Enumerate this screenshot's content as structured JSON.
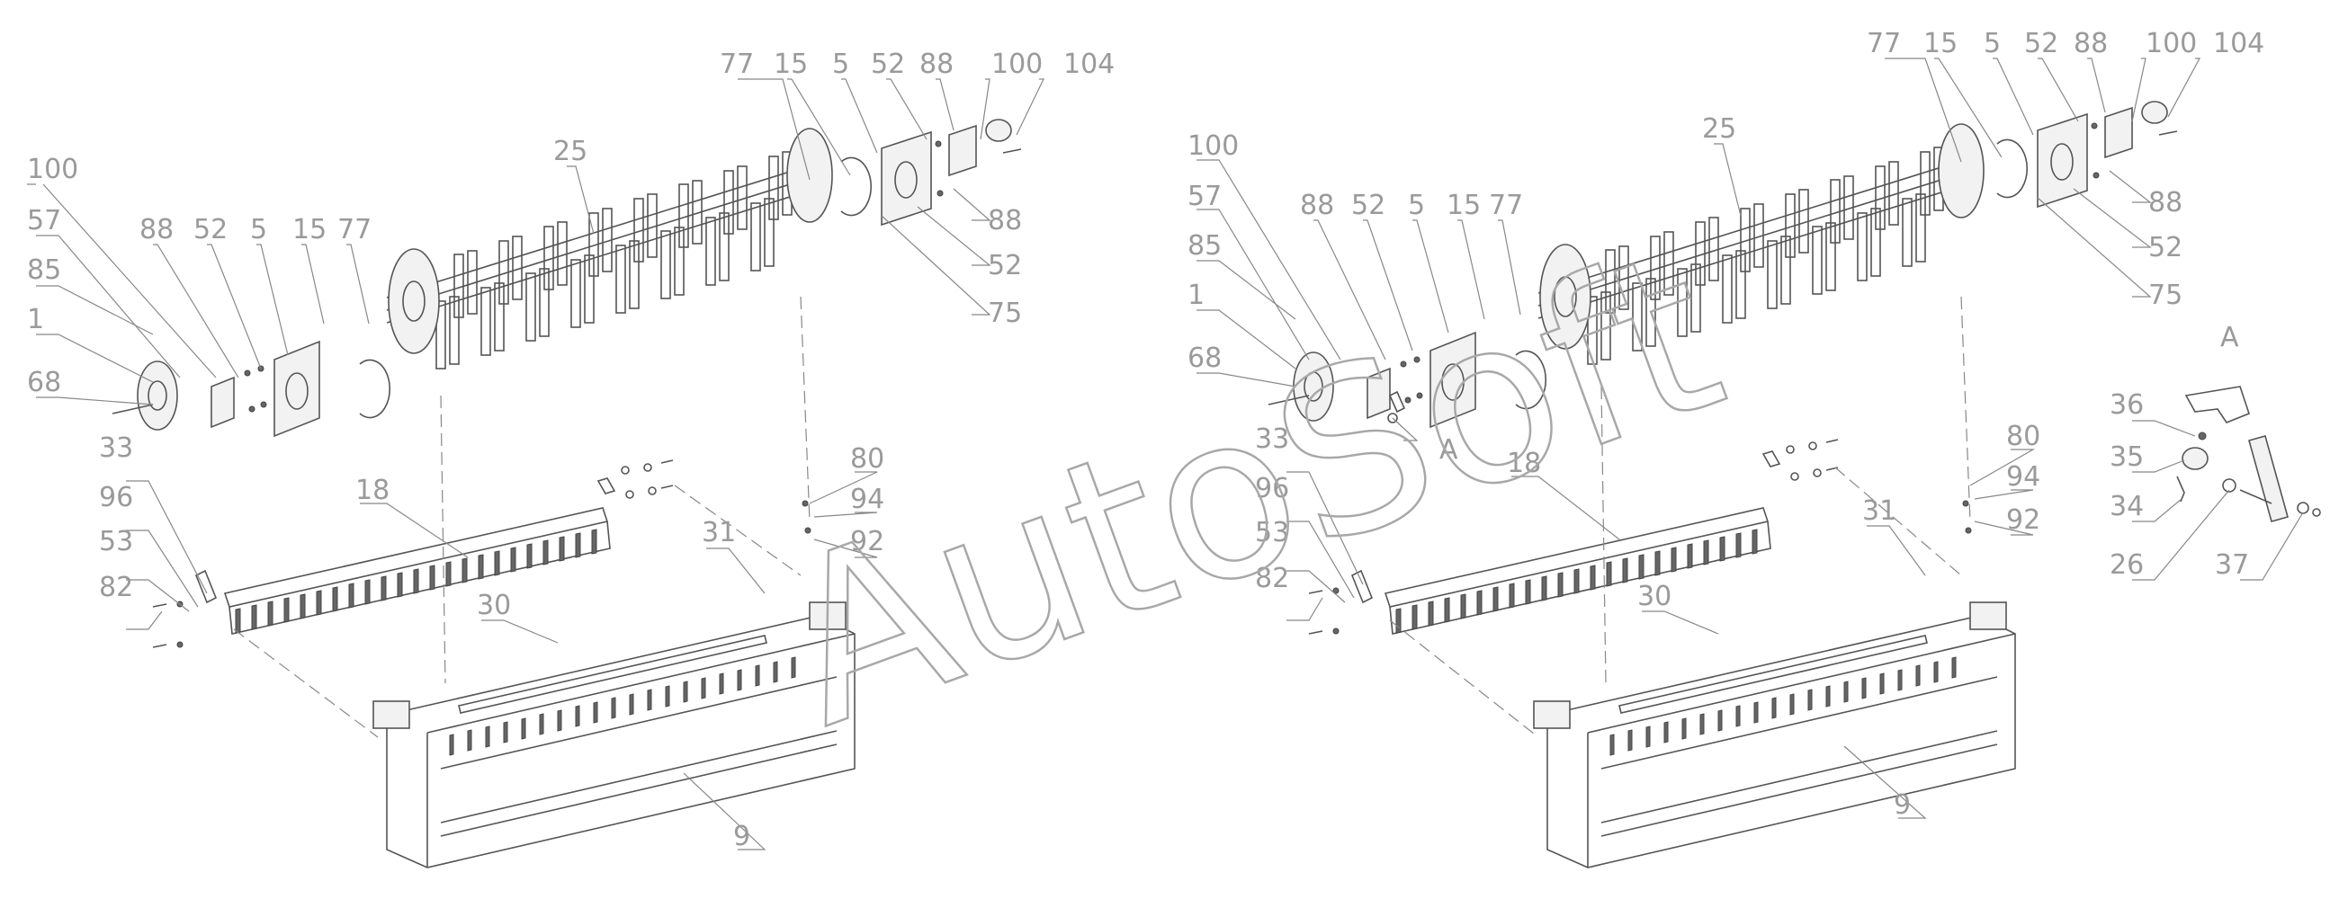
{
  "watermark": "AutoSoft",
  "left_view": {
    "labels": [
      "100",
      "57",
      "85",
      "1",
      "68",
      "88",
      "52",
      "5",
      "15",
      "77",
      "25",
      "77",
      "15",
      "5",
      "52",
      "88",
      "100",
      "104",
      "88",
      "52",
      "75",
      "33",
      "96",
      "53",
      "82",
      "18",
      "30",
      "31",
      "80",
      "94",
      "92",
      "9"
    ]
  },
  "right_view": {
    "labels": [
      "100",
      "57",
      "85",
      "1",
      "68",
      "88",
      "52",
      "5",
      "15",
      "77",
      "A",
      "25",
      "77",
      "15",
      "5",
      "52",
      "88",
      "100",
      "104",
      "88",
      "52",
      "75",
      "33",
      "96",
      "53",
      "82",
      "18",
      "30",
      "31",
      "80",
      "94",
      "92",
      "9"
    ]
  },
  "detail_a": {
    "title": "A",
    "labels": [
      "36",
      "35",
      "34",
      "26",
      "37"
    ]
  }
}
